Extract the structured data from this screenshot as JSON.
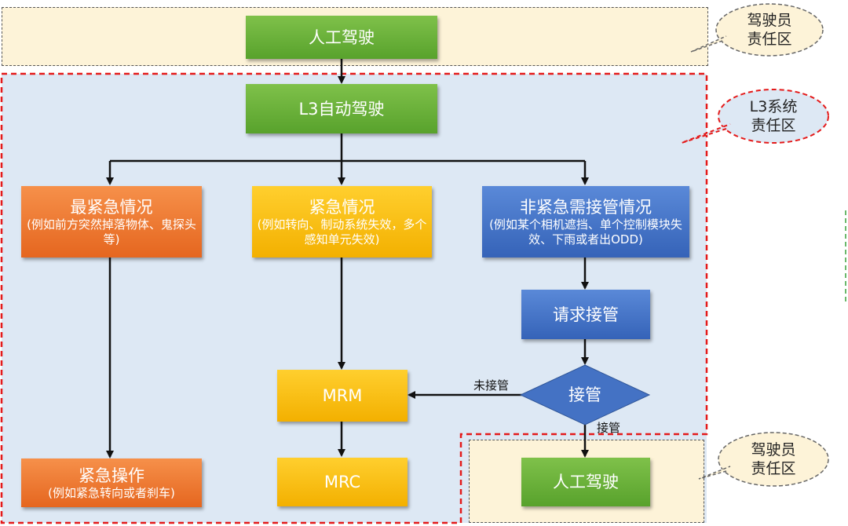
{
  "zones": {
    "driver_top_label": "驾驶员\n责任区",
    "l3_label": "L3系统\n责任区",
    "driver_bottom_label": "驾驶员\n责任区"
  },
  "nodes": {
    "manual_top": "人工驾驶",
    "l3_auto": "L3自动驾驶",
    "most_urgent_title": "最紧急情况",
    "most_urgent_sub": "(例如前方突然掉落物体、鬼探头等)",
    "urgent_title": "紧急情况",
    "urgent_sub": "(例如转向、制动系统失效，多个感知单元失效)",
    "non_urgent_title": "非紧急需接管情况",
    "non_urgent_sub": "(例如某个相机遮挡、单个控制模块失效、下雨或者出ODD)",
    "request_takeover": "请求接管",
    "takeover_decision": "接管",
    "mrm": "MRM",
    "mrc": "MRC",
    "emergency_op_title": "紧急操作",
    "emergency_op_sub": "(例如紧急转向或者刹车)",
    "manual_bottom": "人工驾驶"
  },
  "edges": {
    "not_taken_over": "未接管",
    "taken_over": "接管"
  },
  "colors": {
    "green": "#6aad3a",
    "orange": "#ee7a33",
    "yellow": "#ffc000",
    "blue": "#4472c4",
    "zone_driver": "#fdf3d8",
    "zone_l3": "#dde8f4",
    "dashed_red": "#e41a1a"
  }
}
